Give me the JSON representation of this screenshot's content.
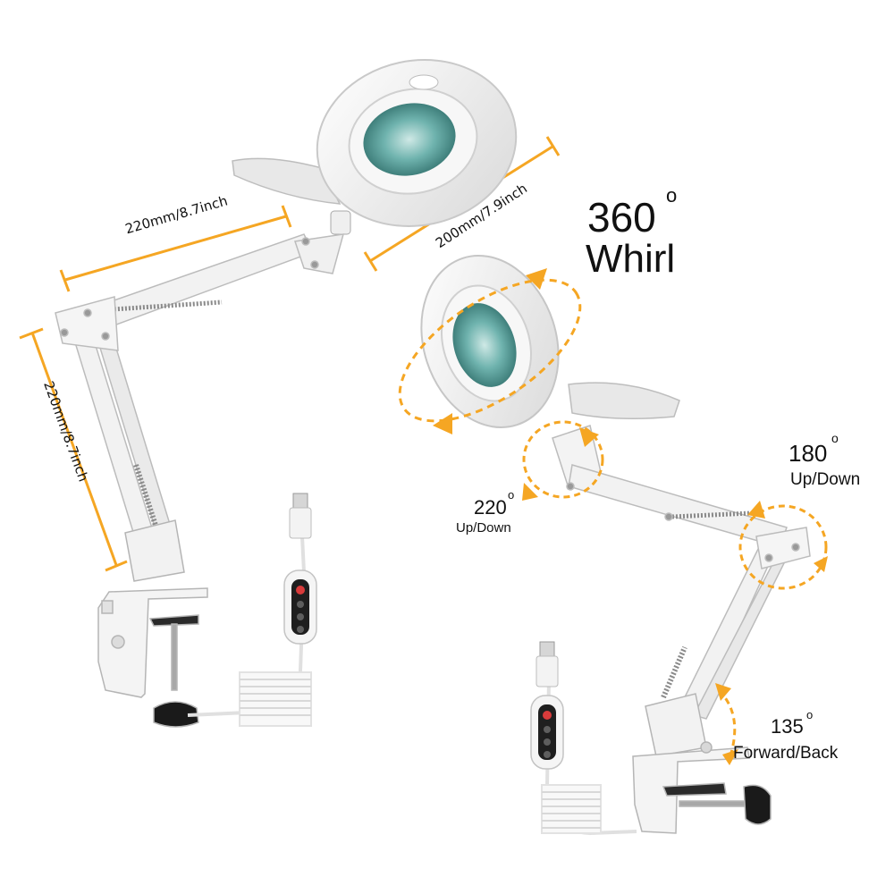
{
  "dimensions": {
    "upper_arm": "220mm/8.7inch",
    "lower_arm": "220mm/8.7inch",
    "lamp_head": "200mm/7.9inch"
  },
  "rotation": {
    "whirl_value": "360",
    "whirl_label": "Whirl",
    "degree_symbol": "o"
  },
  "angles": [
    {
      "value": "220",
      "label": "Up/Down"
    },
    {
      "value": "180",
      "label": "Up/Down"
    },
    {
      "value": "135",
      "label": "Forward/Back"
    }
  ],
  "colors": {
    "accent_orange": "#F5A623",
    "lamp_white": "#F4F4F4",
    "lens_teal": "#5FA8A4",
    "knob_black": "#1A1A1A"
  }
}
